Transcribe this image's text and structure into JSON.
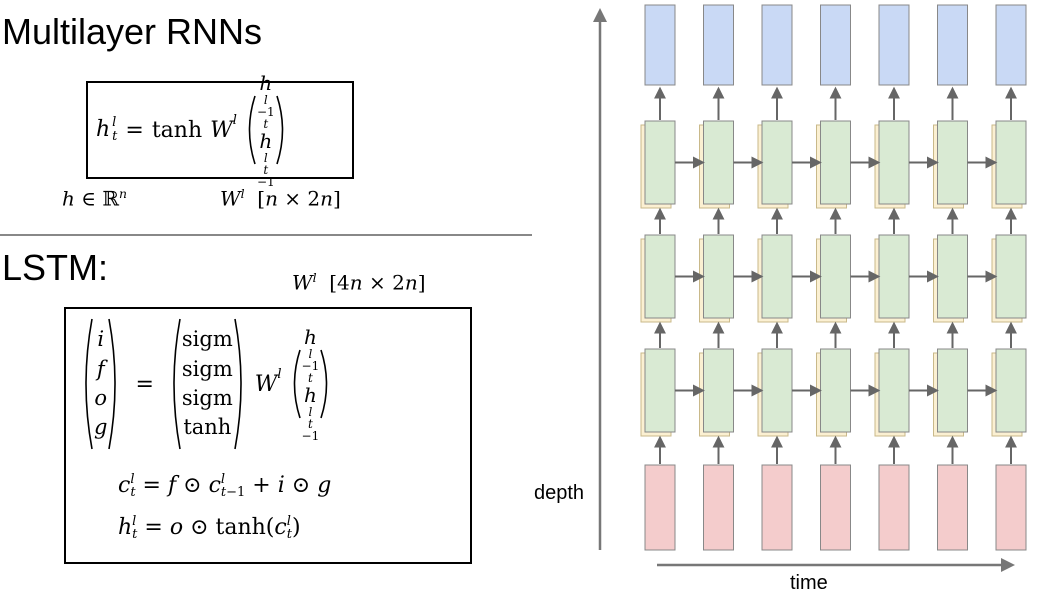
{
  "left": {
    "rnn_title": "Multilayer RNNs",
    "lstm_title": "LSTM:"
  },
  "axes": {
    "vertical_label": "depth",
    "horizontal_label": "time"
  },
  "diagram": {
    "columns": 7,
    "hidden_layers": 3,
    "colors": {
      "output": "#c9d9f5",
      "hidden": "#d9ead3",
      "hidden_shadow": "#fbf0d2",
      "input": "#f4cccc",
      "arrow": "#666666",
      "border": "#888888"
    }
  }
}
